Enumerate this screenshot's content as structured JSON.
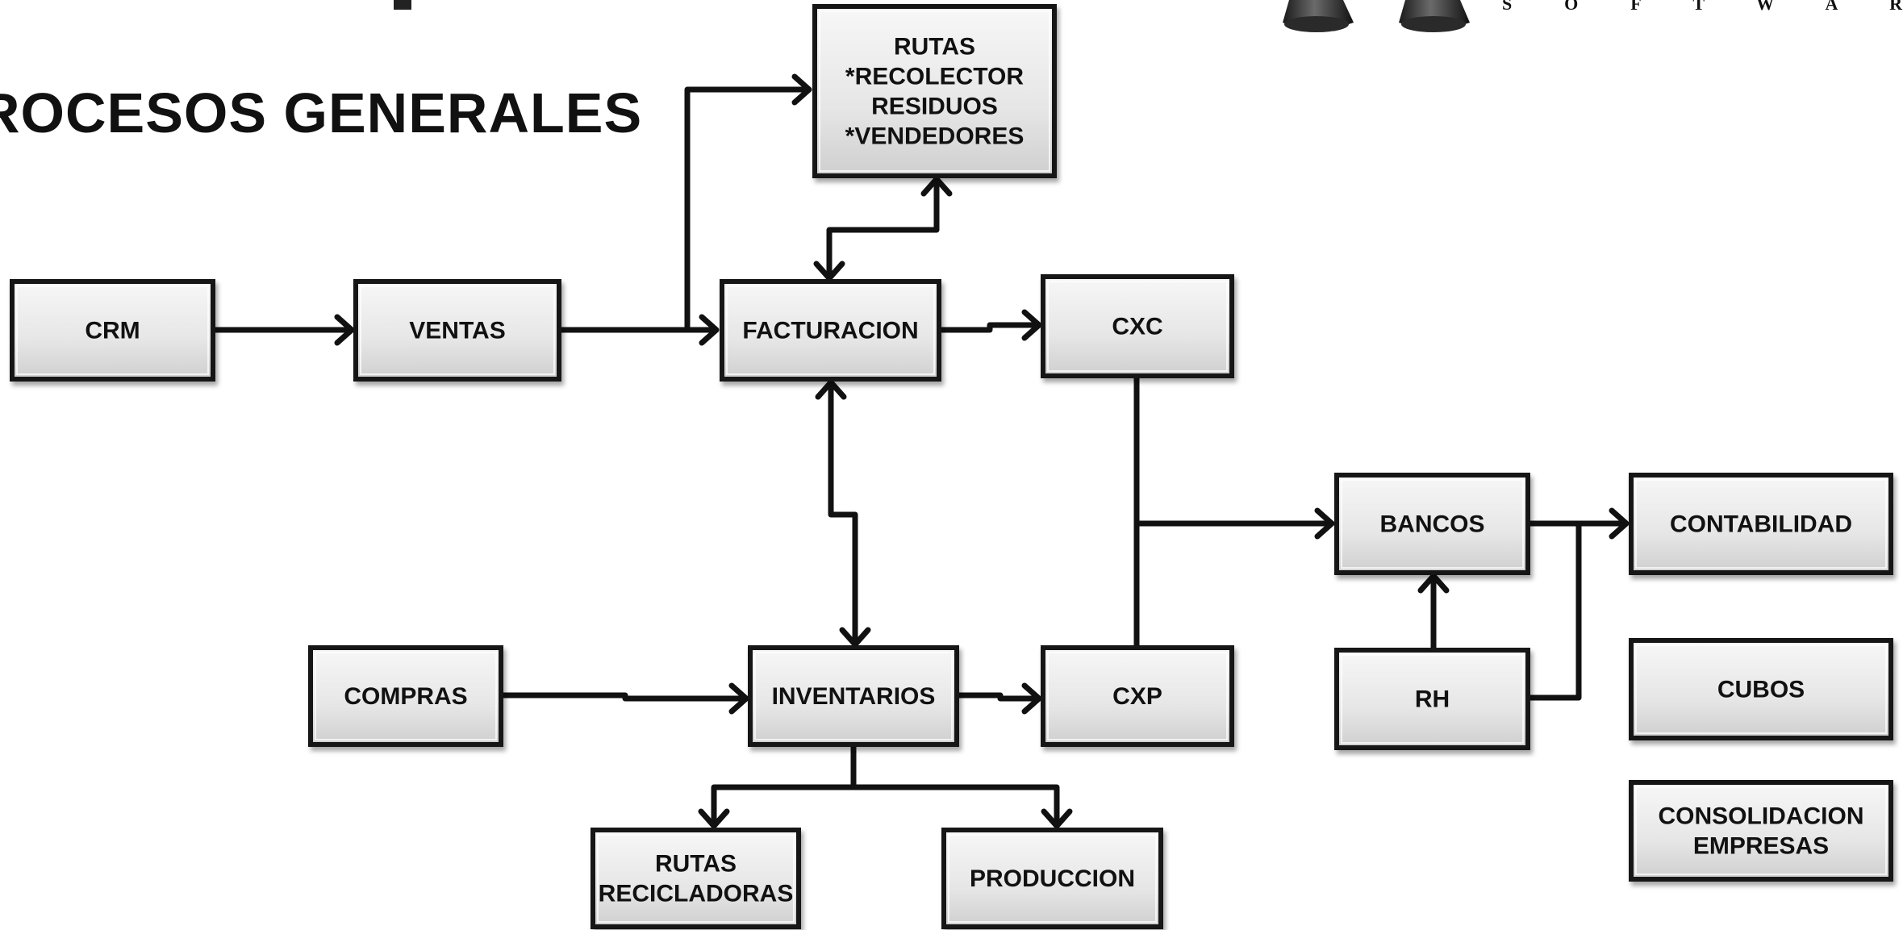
{
  "title": "ROCESOS GENERALES",
  "logo": {
    "letters": "S O F T W A R",
    "icon": "chess-pieces-logo"
  },
  "nodes": [
    {
      "id": "rutas",
      "lines": [
        "RUTAS",
        "*RECOLECTOR",
        "RESIDUOS",
        "*VENDEDORES"
      ]
    },
    {
      "id": "crm",
      "lines": [
        "CRM"
      ]
    },
    {
      "id": "ventas",
      "lines": [
        "VENTAS"
      ]
    },
    {
      "id": "facturacion",
      "lines": [
        "FACTURACION"
      ]
    },
    {
      "id": "cxc",
      "lines": [
        "CXC"
      ]
    },
    {
      "id": "bancos",
      "lines": [
        "BANCOS"
      ]
    },
    {
      "id": "contabilidad",
      "lines": [
        "CONTABILIDAD"
      ]
    },
    {
      "id": "compras",
      "lines": [
        "COMPRAS"
      ]
    },
    {
      "id": "inventarios",
      "lines": [
        "INVENTARIOS"
      ]
    },
    {
      "id": "cxp",
      "lines": [
        "CXP"
      ]
    },
    {
      "id": "rh",
      "lines": [
        "RH"
      ]
    },
    {
      "id": "cubos",
      "lines": [
        "CUBOS"
      ]
    },
    {
      "id": "consolidacion",
      "lines": [
        "CONSOLIDACION",
        "EMPRESAS"
      ]
    },
    {
      "id": "rutas-recicladoras",
      "lines": [
        "RUTAS",
        "RECICLADORAS"
      ]
    },
    {
      "id": "produccion",
      "lines": [
        "PRODUCCION"
      ]
    }
  ]
}
